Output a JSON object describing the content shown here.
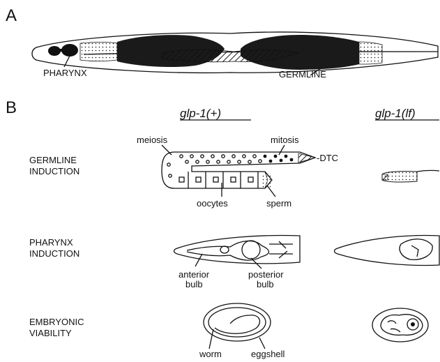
{
  "panel_a": {
    "letter": "A",
    "label_pharynx": "PHARYNX",
    "label_germline": "GERMLINE"
  },
  "panel_b": {
    "letter": "B",
    "genotype_wild": "glp-1(+)",
    "genotype_lf": "glp-1(lf)",
    "rows": [
      {
        "line1": "GERMLINE",
        "line2": "INDUCTION"
      },
      {
        "line1": "PHARYNX",
        "line2": "INDUCTION"
      },
      {
        "line1": "EMBRYONIC",
        "line2": "VIABILITY"
      }
    ],
    "germline_labels": {
      "meiosis": "meiosis",
      "mitosis": "mitosis",
      "dtc": "-DTC",
      "oocytes": "oocytes",
      "sperm": "sperm"
    },
    "pharynx_labels": {
      "anterior_1": "anterior",
      "anterior_2": "bulb",
      "posterior_1": "posterior",
      "posterior_2": "bulb"
    },
    "embryo_labels": {
      "worm": "worm",
      "eggshell": "eggshell"
    }
  }
}
